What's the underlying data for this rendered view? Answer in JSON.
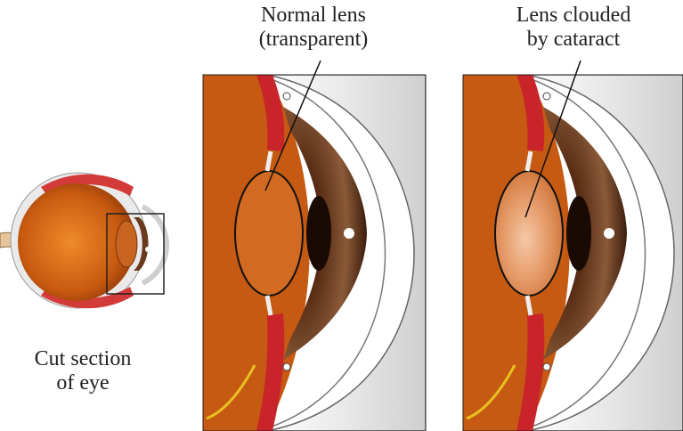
{
  "labels": {
    "cut_section": [
      "Cut section",
      "of eye"
    ],
    "normal_lens": [
      "Normal lens",
      "(transparent)"
    ],
    "clouded_lens": [
      "Lens clouded",
      "by cataract"
    ]
  },
  "colors": {
    "vitreous": "#c65a12",
    "lens_clear": "#d26a22",
    "lens_cloudy": "#f0b58c",
    "iris": "#6b3a1e",
    "cornea": "#e9e9e9",
    "ciliary": "#c8242a",
    "outline": "#111111"
  }
}
